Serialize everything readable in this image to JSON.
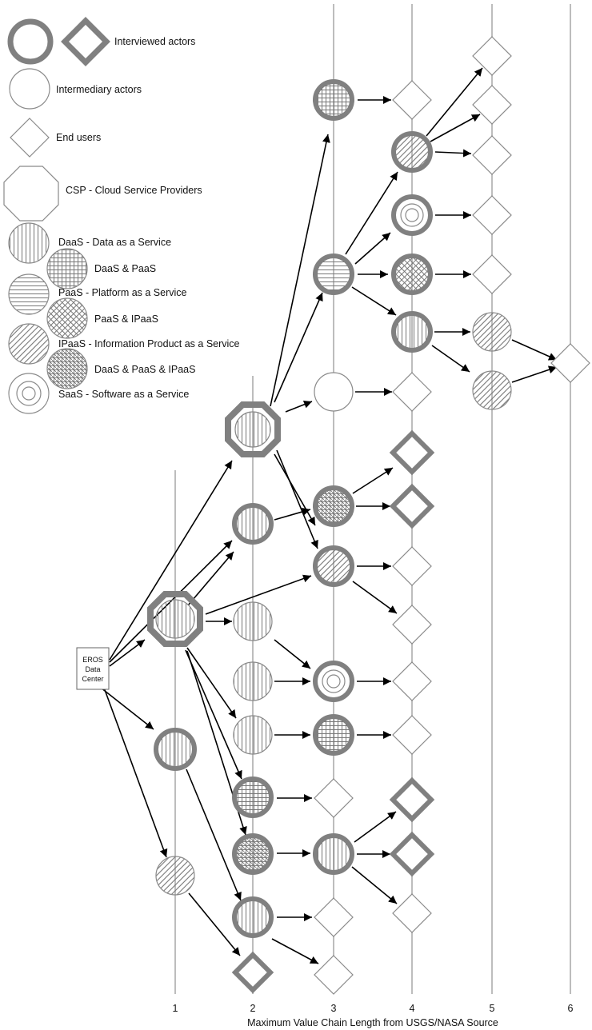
{
  "legend": {
    "interviewed": "Interviewed actors",
    "intermediary": "Intermediary actors",
    "end_users": "End users",
    "csp": "CSP - Cloud Service Providers",
    "daas": "DaaS - Data as a Service",
    "daas_paas": "DaaS & PaaS",
    "paas": "PaaS - Platform as a Service",
    "paas_ipaas": "PaaS & IPaaS",
    "ipaas": "IPaaS - Information Product as a Service",
    "daas_paas_ipaas": "DaaS & PaaS & IPaaS",
    "saas": "SaaS - Software as a Service"
  },
  "source": {
    "line1": "EROS",
    "line2": "Data",
    "line3": "Center"
  },
  "axis": {
    "title": "Maximum Value Chain Length from USGS/NASA Source",
    "ticks": [
      "1",
      "2",
      "3",
      "4",
      "5",
      "6"
    ]
  },
  "colors": {
    "interviewed": "#808080",
    "intermediary": "#8a8a8a",
    "line": "#bdbdbd",
    "arrow": "#000000"
  }
}
